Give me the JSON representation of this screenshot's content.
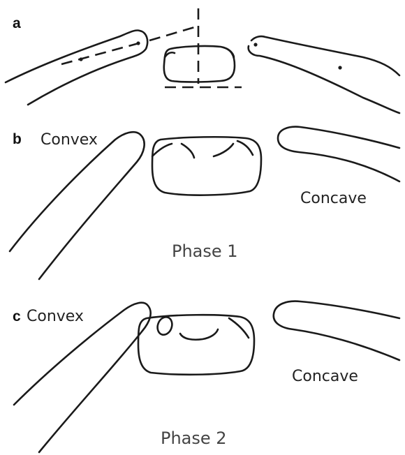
{
  "panels": [
    {
      "label": "a"
    },
    {
      "label": "b",
      "left_label": "Convex",
      "right_label": "Concave",
      "caption": "Phase 1"
    },
    {
      "label": "c",
      "left_label": "Convex",
      "right_label": "Concave",
      "caption": "Phase 2"
    }
  ],
  "colors": {
    "ink": "#1a1a1a",
    "background": "#ffffff",
    "caption": "#444444"
  }
}
